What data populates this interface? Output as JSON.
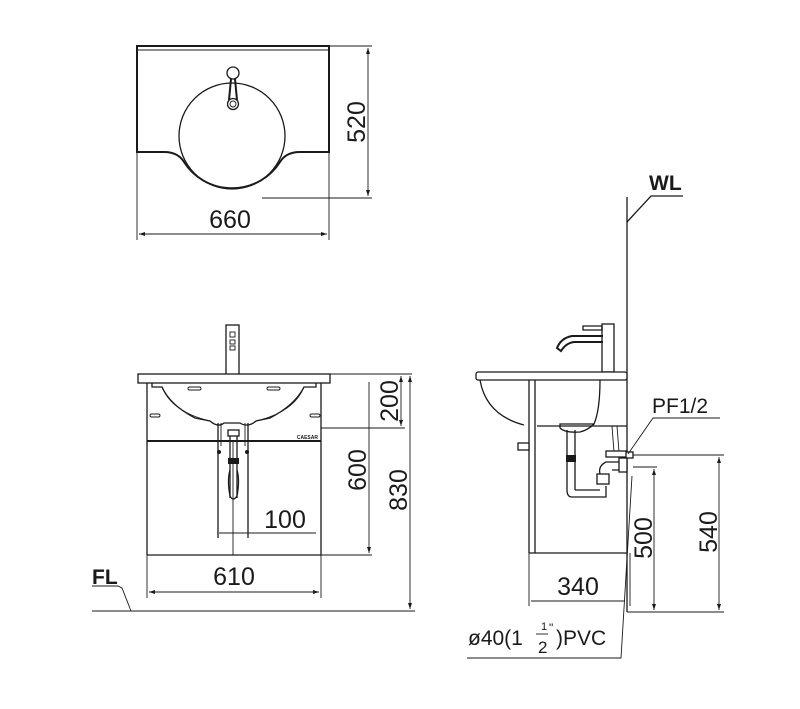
{
  "drawing": {
    "title": "Vanity basin cabinet dimension drawing",
    "units": "mm",
    "colors": {
      "line": "#1a1a1a",
      "background": "#ffffff"
    }
  },
  "top_view": {
    "width_label": "660",
    "depth_label": "520"
  },
  "front_view": {
    "basin_height_label": "200",
    "cabinet_height_label": "600",
    "total_height_label": "830",
    "drain_offset_label": "100",
    "cabinet_width_label": "610",
    "floor_label": "FL",
    "brand_mark": "CAESAR"
  },
  "side_view": {
    "wall_label": "WL",
    "supply_label": "PF1/2",
    "depth_label": "340",
    "drain_height_label": "500",
    "supply_height_label": "540",
    "pipe_label_prefix": "ø40(1",
    "pipe_fraction_num": "1",
    "pipe_fraction_den": "2",
    "pipe_inch_mark": "\"",
    "pipe_label_suffix": ")PVC"
  }
}
